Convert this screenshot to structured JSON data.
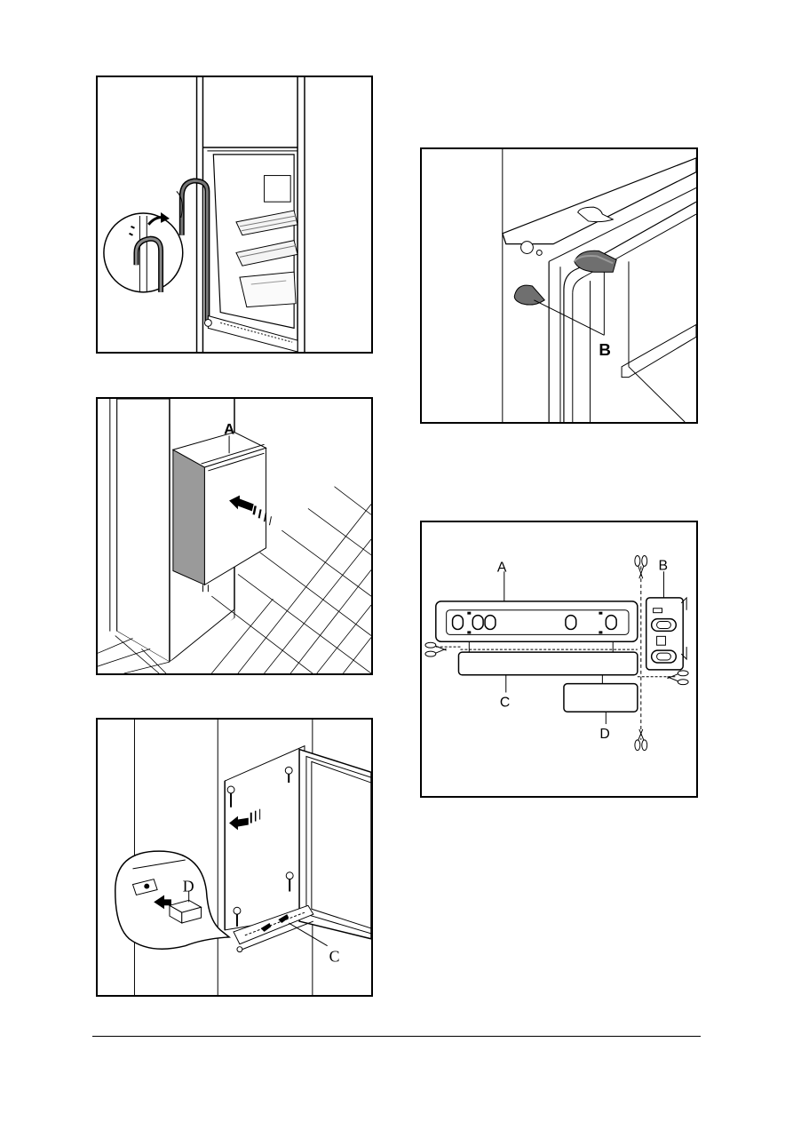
{
  "figures": {
    "fig1": {
      "labels": []
    },
    "fig2": {
      "label_a": "A"
    },
    "fig3": {
      "label_d": "D",
      "label_c": "C"
    },
    "fig4": {
      "label_b": "B"
    },
    "fig5": {
      "label_a": "A",
      "label_b": "B",
      "label_c": "C",
      "label_d": "D"
    }
  },
  "colors": {
    "line": "#000000",
    "shade": "#9a9a9a",
    "dark_shade": "#6f6f6f",
    "paper": "#ffffff"
  }
}
